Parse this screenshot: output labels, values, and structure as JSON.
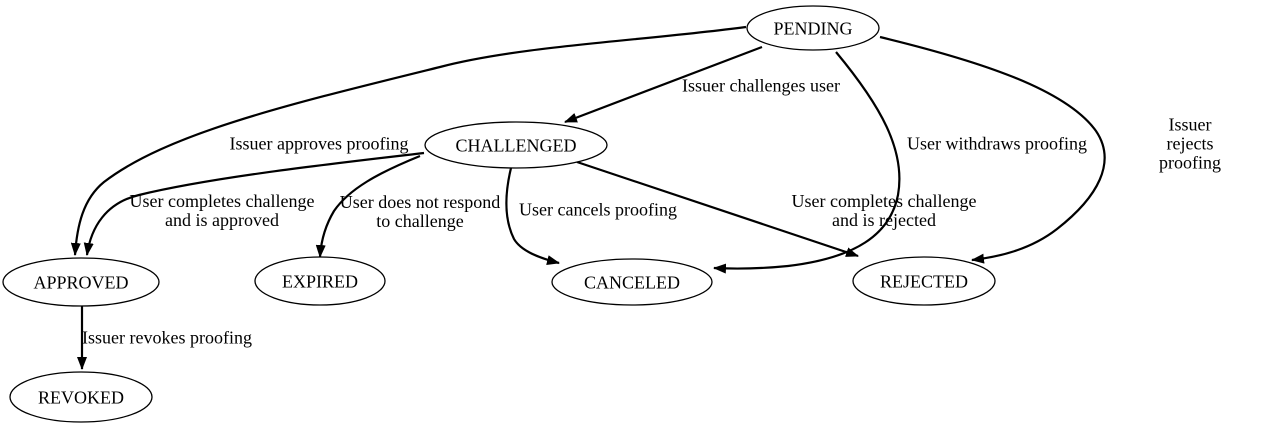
{
  "diagram": {
    "kind": "state-machine",
    "background_color": "#ffffff",
    "stroke_color": "#000000",
    "nodes": {
      "pending": {
        "label": "PENDING"
      },
      "challenged": {
        "label": "CHALLENGED"
      },
      "approved": {
        "label": "APPROVED"
      },
      "expired": {
        "label": "EXPIRED"
      },
      "canceled": {
        "label": "CANCELED"
      },
      "rejected": {
        "label": "REJECTED"
      },
      "revoked": {
        "label": "REVOKED"
      }
    },
    "edges": {
      "pending_challenged": {
        "from": "PENDING",
        "to": "CHALLENGED",
        "label": "Issuer challenges user"
      },
      "pending_approved": {
        "from": "PENDING",
        "to": "APPROVED",
        "label": "Issuer approves proofing"
      },
      "pending_canceled": {
        "from": "PENDING",
        "to": "CANCELED",
        "label": "User withdraws proofing"
      },
      "pending_rejected": {
        "from": "PENDING",
        "to": "REJECTED",
        "label": "Issuer rejects proofing"
      },
      "challenged_approved": {
        "from": "CHALLENGED",
        "to": "APPROVED",
        "label": "User completes challenge\nand is approved"
      },
      "challenged_expired": {
        "from": "CHALLENGED",
        "to": "EXPIRED",
        "label": "User does not respond\nto challenge"
      },
      "challenged_canceled": {
        "from": "CHALLENGED",
        "to": "CANCELED",
        "label": "User cancels proofing"
      },
      "challenged_rejected": {
        "from": "CHALLENGED",
        "to": "REJECTED",
        "label": "User completes challenge\nand is rejected"
      },
      "approved_revoked": {
        "from": "APPROVED",
        "to": "REVOKED",
        "label": "Issuer revokes proofing"
      }
    }
  }
}
